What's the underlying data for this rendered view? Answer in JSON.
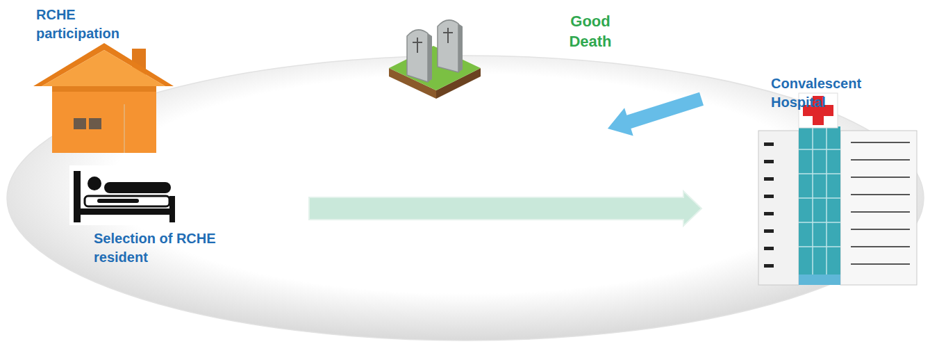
{
  "diagram": {
    "nodes": [
      {
        "text": [
          "RCHE participation"
        ]
      },
      {
        "text": [
          "Selection of RCHE resident"
        ]
      },
      {
        "text": [
          "Good Death"
        ]
      },
      {
        "text": [
          "Convalescent Hospital"
        ]
      }
    ],
    "edges": [
      {
        "from": 1,
        "to": 3,
        "arrow": "to"
      },
      {
        "from": 3,
        "to": 2,
        "arrow": "to"
      }
    ]
  }
}
